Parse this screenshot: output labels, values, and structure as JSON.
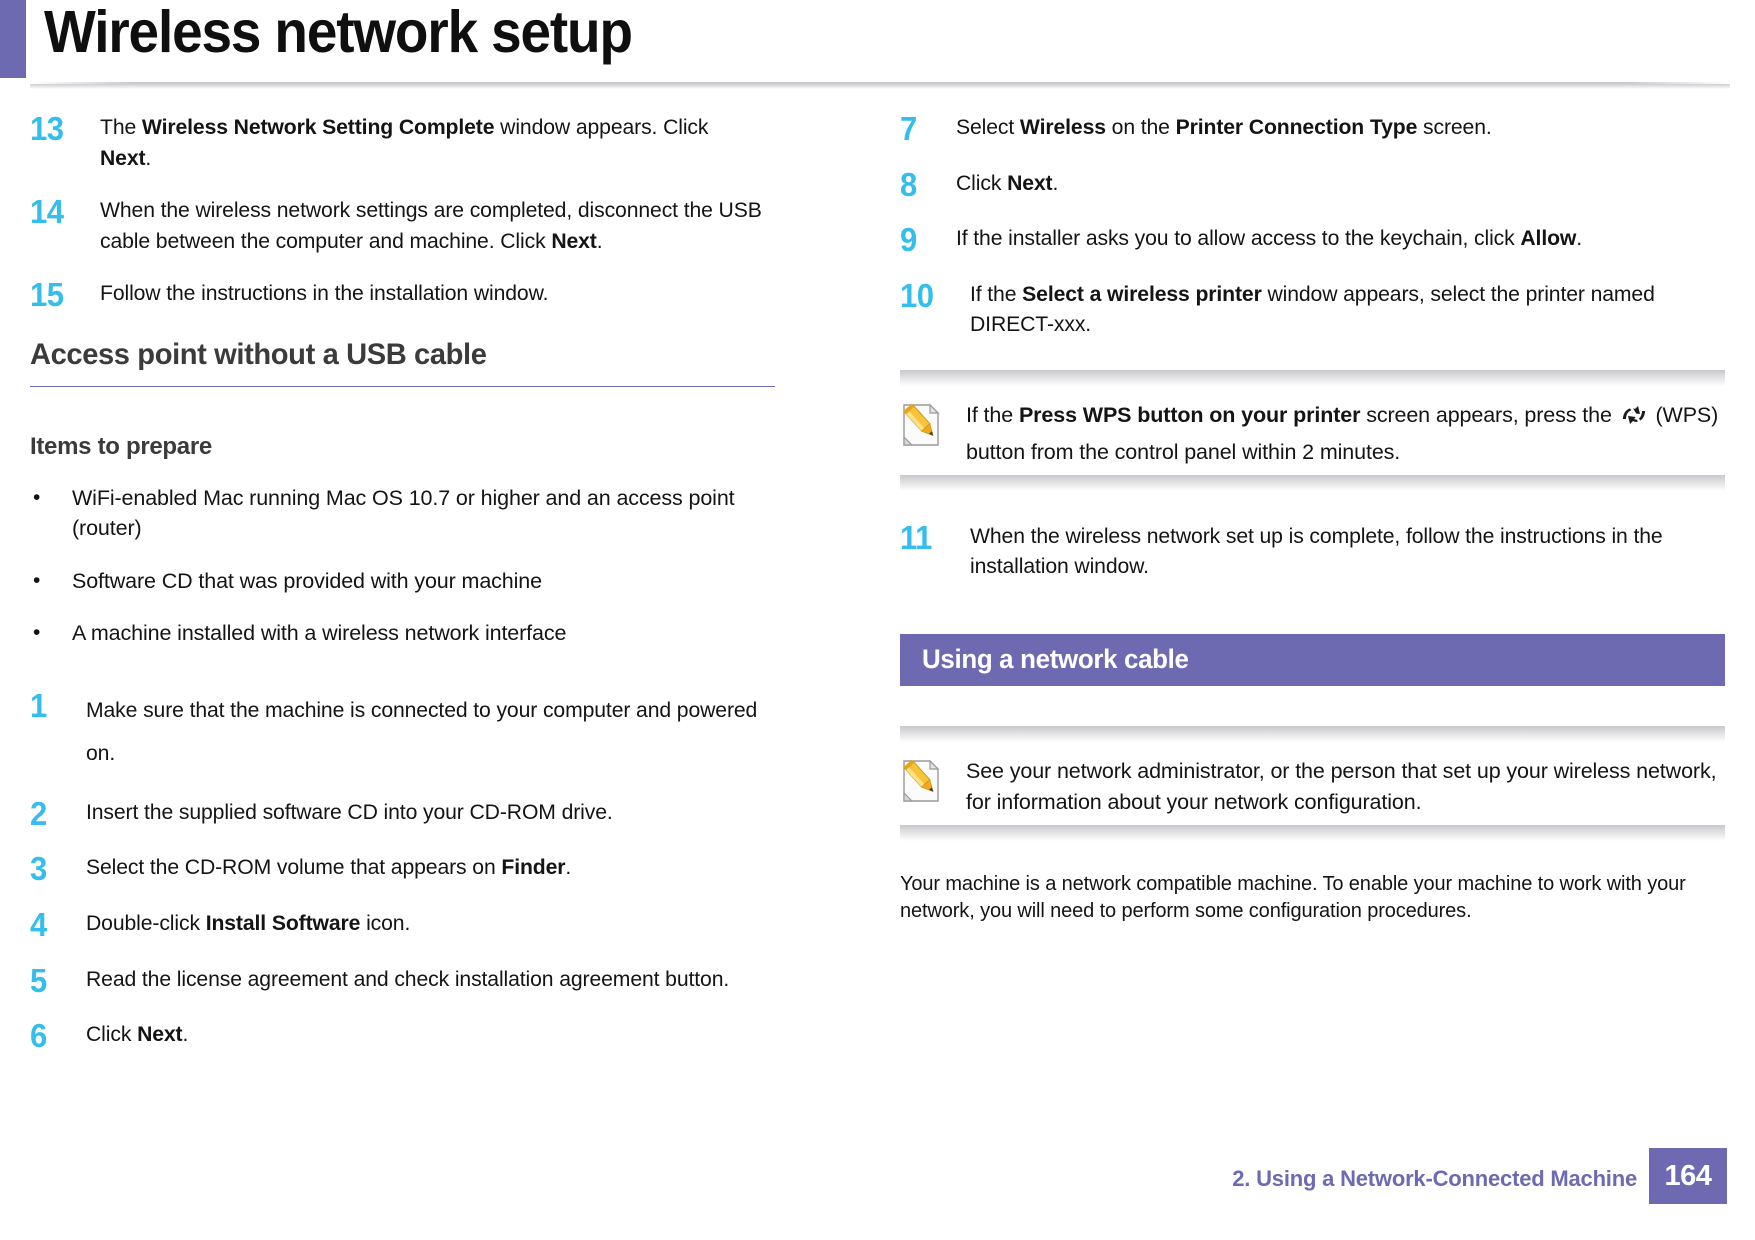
{
  "header": {
    "title": "Wireless network setup"
  },
  "left_column": {
    "steps_continued": [
      {
        "num": "13",
        "parts": [
          {
            "t": "The ",
            "b": false
          },
          {
            "t": "Wireless Network Setting Complete",
            "b": true
          },
          {
            "t": " window appears. Click ",
            "b": false
          },
          {
            "t": "Next",
            "b": true
          },
          {
            "t": ".",
            "b": false
          }
        ]
      },
      {
        "num": "14",
        "parts": [
          {
            "t": "When the wireless network settings are completed, disconnect the USB cable between the computer and machine. Click ",
            "b": false
          },
          {
            "t": "Next",
            "b": true
          },
          {
            "t": ".",
            "b": false
          }
        ]
      },
      {
        "num": "15",
        "parts": [
          {
            "t": "Follow the instructions in the installation window.",
            "b": false
          }
        ]
      }
    ],
    "section_heading": "Access point without a USB cable",
    "subsection_heading": "Items to prepare",
    "bullet_marker": "•",
    "bullets": [
      "WiFi-enabled Mac running Mac OS 10.7 or higher and an access point (router)",
      "Software CD that was provided with your machine",
      "A machine installed with a wireless network interface"
    ],
    "steps": [
      {
        "num": "1",
        "loose": true,
        "parts": [
          {
            "t": "Make sure that the machine is connected to your computer and powered on.",
            "b": false
          }
        ]
      },
      {
        "num": "2",
        "parts": [
          {
            "t": "Insert the supplied software CD into your CD-ROM drive.",
            "b": false
          }
        ]
      },
      {
        "num": "3",
        "parts": [
          {
            "t": "Select the CD-ROM volume that appears on ",
            "b": false
          },
          {
            "t": "Finder",
            "b": true
          },
          {
            "t": ".",
            "b": false
          }
        ]
      },
      {
        "num": "4",
        "parts": [
          {
            "t": "Double-click ",
            "b": false
          },
          {
            "t": "Install Software",
            "b": true
          },
          {
            "t": " icon.",
            "b": false
          }
        ]
      },
      {
        "num": "5",
        "parts": [
          {
            "t": "Read the license agreement and check installation agreement button.",
            "b": false
          }
        ]
      },
      {
        "num": "6",
        "parts": [
          {
            "t": "Click ",
            "b": false
          },
          {
            "t": "Next",
            "b": true
          },
          {
            "t": ".",
            "b": false
          }
        ]
      }
    ]
  },
  "right_column": {
    "steps": [
      {
        "num": "7",
        "parts": [
          {
            "t": "Select ",
            "b": false
          },
          {
            "t": "Wireless",
            "b": true
          },
          {
            "t": " on the ",
            "b": false
          },
          {
            "t": "Printer Connection Type",
            "b": true
          },
          {
            "t": " screen.",
            "b": false
          }
        ]
      },
      {
        "num": "8",
        "parts": [
          {
            "t": "Click ",
            "b": false
          },
          {
            "t": "Next",
            "b": true
          },
          {
            "t": ".",
            "b": false
          }
        ]
      },
      {
        "num": "9",
        "parts": [
          {
            "t": "If the installer asks you to allow access to the keychain, click ",
            "b": false
          },
          {
            "t": "Allow",
            "b": true
          },
          {
            "t": ".",
            "b": false
          }
        ]
      },
      {
        "num": "10",
        "parts": [
          {
            "t": "If the ",
            "b": false
          },
          {
            "t": "Select a wireless printer",
            "b": true
          },
          {
            "t": " window appears, select the printer named DIRECT-xxx.",
            "b": false
          }
        ]
      }
    ],
    "note_wps": {
      "icon_name": "note-pencil-icon",
      "parts_before": [
        {
          "t": "If the ",
          "b": false
        },
        {
          "t": "Press WPS button on your printer",
          "b": true
        },
        {
          "t": " screen appears, press the ",
          "b": false
        }
      ],
      "wps_icon_name": "wps-button-icon",
      "parts_after": [
        {
          "t": " (WPS) button from the control panel within 2 minutes.",
          "b": false
        }
      ]
    },
    "step_11": {
      "num": "11",
      "parts": [
        {
          "t": "When the wireless network set up is complete, follow the instructions in the installation window.",
          "b": false
        }
      ]
    },
    "banner_label": "Using a network cable",
    "note_network": {
      "icon_name": "note-pencil-icon",
      "parts": [
        {
          "t": "See your network administrator, or the person that set up your wireless network, for information about your network configuration.",
          "b": false
        }
      ]
    },
    "paragraph": "Your machine is a network compatible machine. To enable your machine to work with your network, you will need to perform some configuration procedures."
  },
  "footer": {
    "chapter_text": "2.  Using a Network-Connected Machine",
    "page_number": "164"
  },
  "colors": {
    "purple": "#6d6ab2",
    "step_blue": "#35bdec",
    "heading_gray": "#3b3b3b",
    "body_black": "#141414"
  }
}
